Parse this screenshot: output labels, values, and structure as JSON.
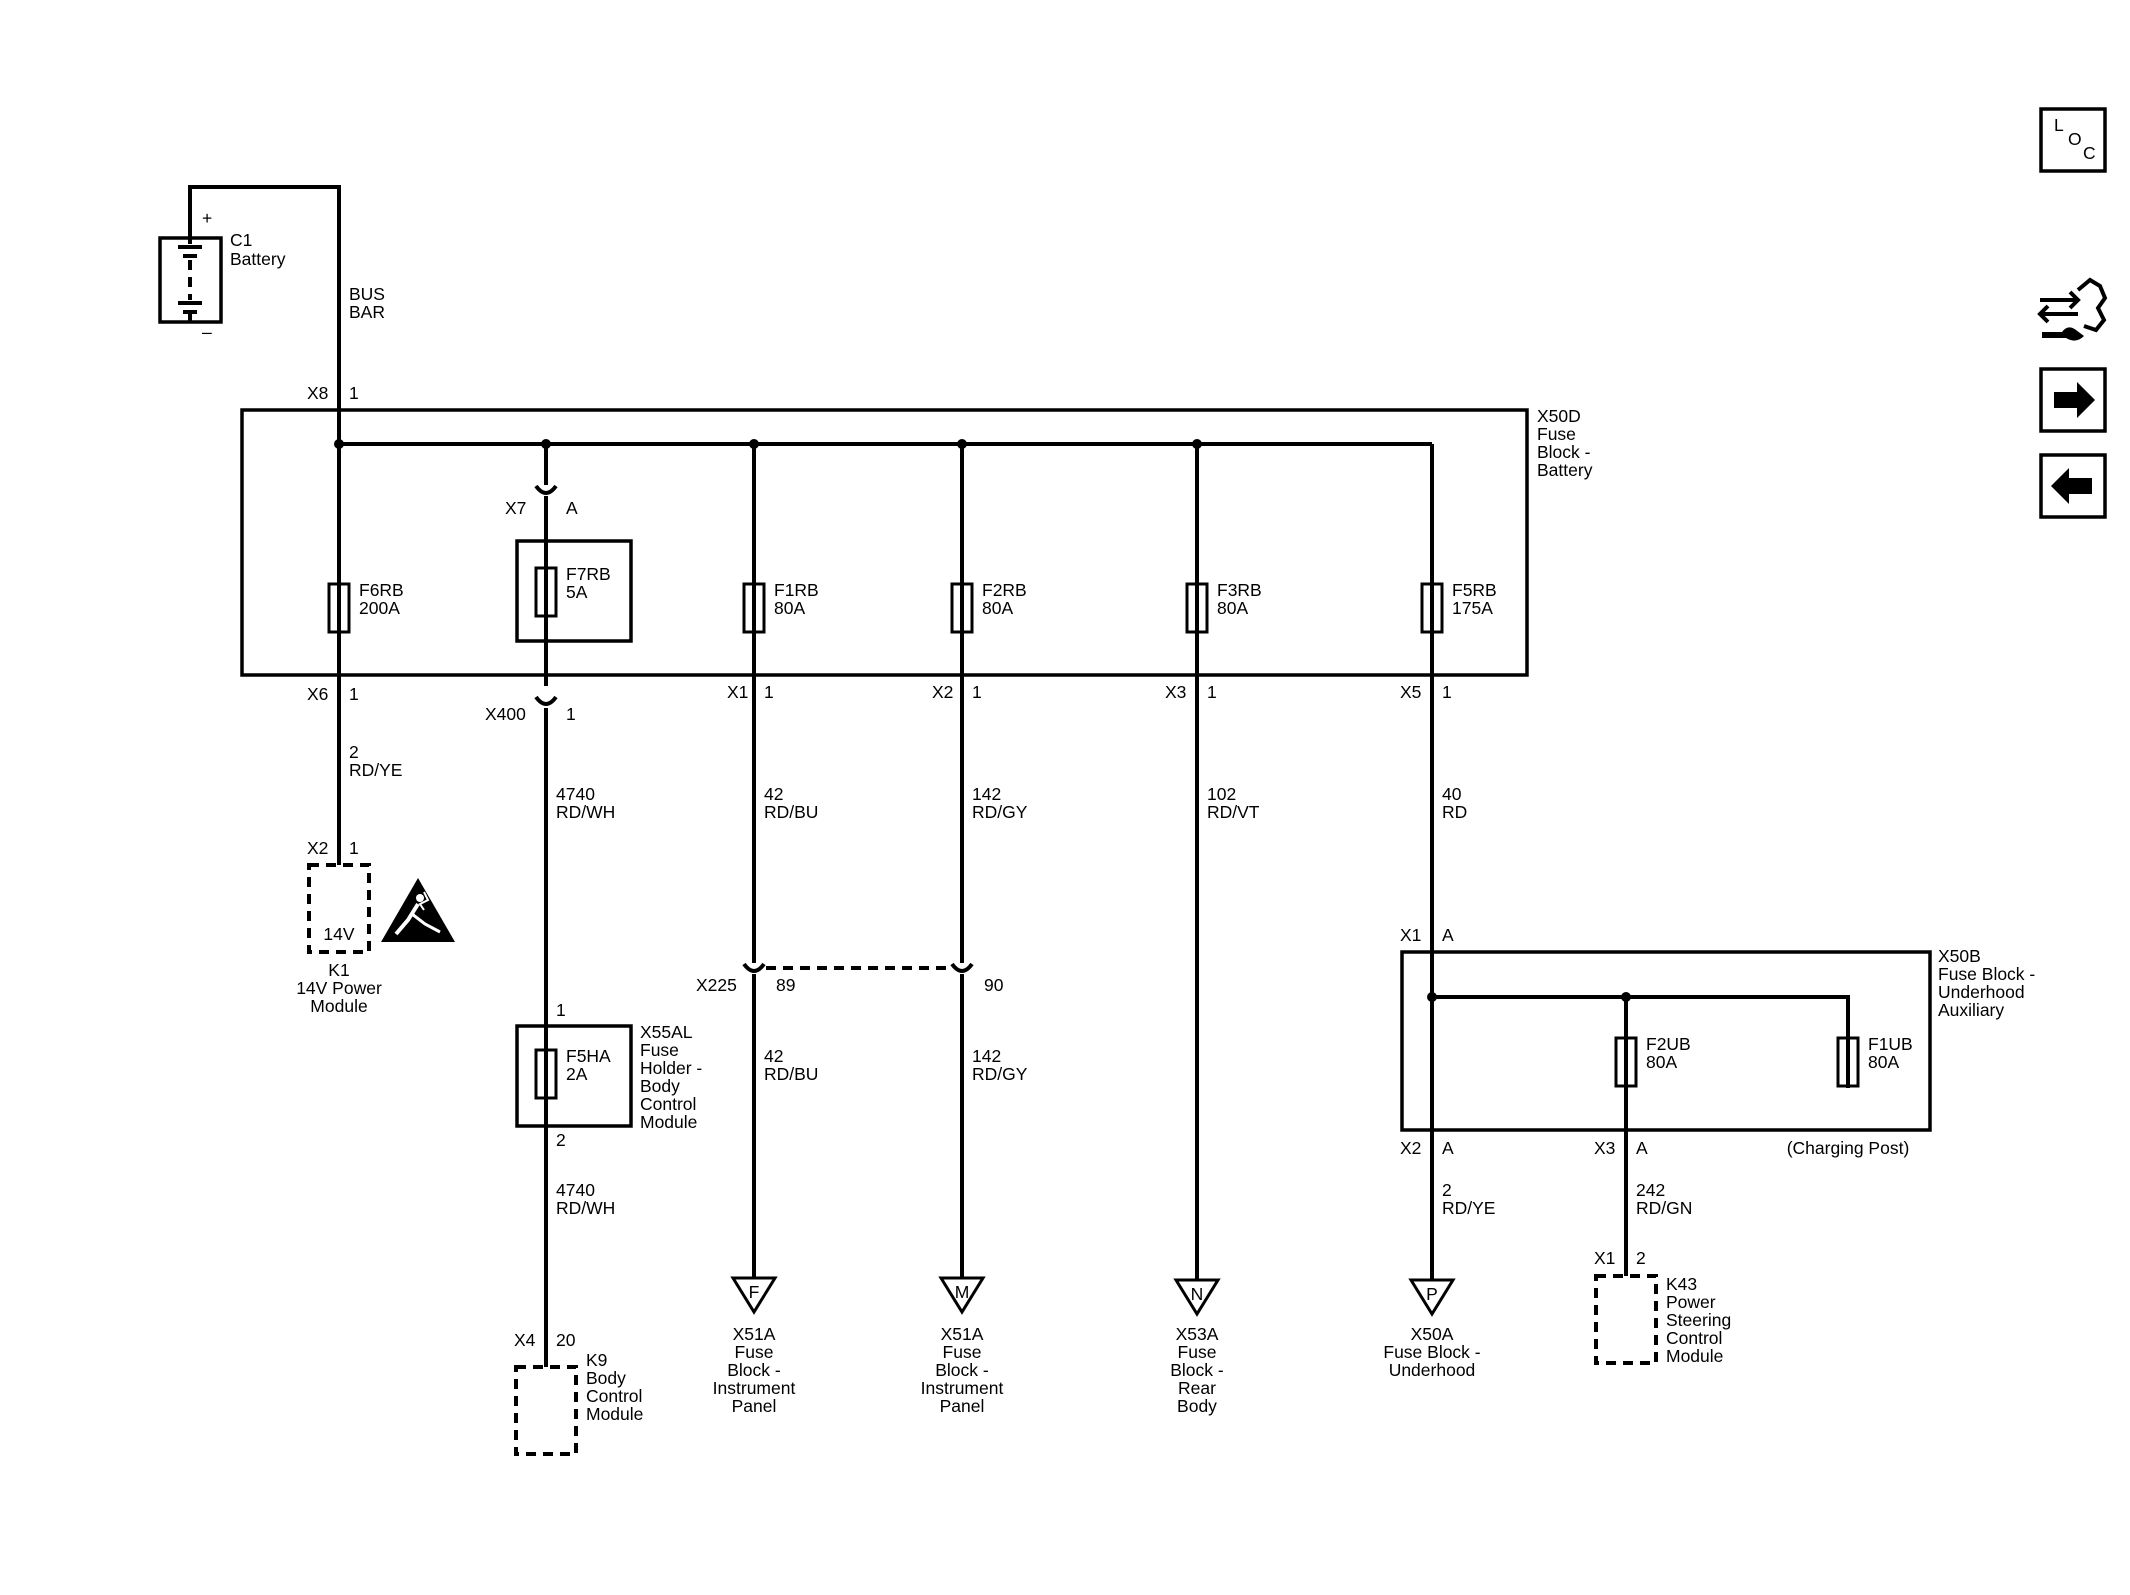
{
  "battery": {
    "id": "C1",
    "name": "Battery",
    "plus": "+",
    "minus": "–"
  },
  "bus_bar": [
    "BUS",
    "BAR"
  ],
  "fuse_block_battery": {
    "title": [
      "X50D",
      "Fuse",
      "Block -",
      "Battery"
    ],
    "input": {
      "conn": "X8",
      "pin": "1"
    },
    "x7": {
      "conn": "X7",
      "pin": "A"
    },
    "fuses": [
      {
        "id": "F6RB",
        "rating": "200A",
        "conn": "X6",
        "pin": "1"
      },
      {
        "id": "F7RB",
        "rating": "5A",
        "conn": "X400",
        "pin": "1"
      },
      {
        "id": "F1RB",
        "rating": "80A",
        "conn": "X1",
        "pin": "1"
      },
      {
        "id": "F2RB",
        "rating": "80A",
        "conn": "X2",
        "pin": "1"
      },
      {
        "id": "F3RB",
        "rating": "80A",
        "conn": "X3",
        "pin": "1"
      },
      {
        "id": "F5RB",
        "rating": "175A",
        "conn": "X5",
        "pin": "1"
      }
    ]
  },
  "wires": {
    "w_f6rb": [
      "2",
      "RD/YE"
    ],
    "w_f7rb": [
      "4740",
      "RD/WH"
    ],
    "w_f1rb": [
      "42",
      "RD/BU"
    ],
    "w_f2rb": [
      "142",
      "RD/GY"
    ],
    "w_f3rb": [
      "102",
      "RD/VT"
    ],
    "w_f5rb": [
      "40",
      "RD"
    ],
    "w_x225_a": [
      "42",
      "RD/BU"
    ],
    "w_x225_b": [
      "142",
      "RD/GY"
    ],
    "w_f5ha": [
      "4740",
      "RD/WH"
    ],
    "w_f2ub": [
      "2",
      "RD/YE"
    ],
    "w_f1ub_k43": [
      "242",
      "RD/GN"
    ]
  },
  "k1": {
    "conn": "X2",
    "pin": "1",
    "inner": "14V",
    "name": [
      "K1",
      "14V Power",
      "Module"
    ]
  },
  "x225": {
    "conn": "X225",
    "pin_a": "89",
    "pin_b": "90"
  },
  "fuse_holder": {
    "pin_in": "1",
    "pin_out": "2",
    "fuse_id": "F5HA",
    "fuse_rating": "2A",
    "title": [
      "X55AL",
      "Fuse",
      "Holder -",
      "Body",
      "Control",
      "Module"
    ]
  },
  "k9": {
    "conn": "X4",
    "pin": "20",
    "name": [
      "K9",
      "Body",
      "Control",
      "Module"
    ]
  },
  "refs": [
    {
      "letter": "F",
      "name": [
        "X51A",
        "Fuse",
        "Block -",
        "Instrument",
        "Panel"
      ]
    },
    {
      "letter": "M",
      "name": [
        "X51A",
        "Fuse",
        "Block -",
        "Instrument",
        "Panel"
      ]
    },
    {
      "letter": "N",
      "name": [
        "X53A",
        "Fuse",
        "Block -",
        "Rear",
        "Body"
      ]
    },
    {
      "letter": "P",
      "name": [
        "X50A",
        "Fuse Block -",
        "Underhood"
      ]
    }
  ],
  "fuse_block_aux": {
    "title": [
      "X50B",
      "Fuse Block -",
      "Underhood",
      "Auxiliary"
    ],
    "input": {
      "conn": "X1",
      "pin": "A"
    },
    "fuses": [
      {
        "id": "F2UB",
        "rating": "80A"
      },
      {
        "id": "F1UB",
        "rating": "80A"
      }
    ],
    "out_x2": {
      "conn": "X2",
      "pin": "A"
    },
    "out_x3": {
      "conn": "X3",
      "pin": "A"
    },
    "charging_post": "(Charging Post)"
  },
  "k43": {
    "conn": "X1",
    "pin": "2",
    "name": [
      "K43",
      "Power",
      "Steering",
      "Control",
      "Module"
    ]
  },
  "nav": {
    "loc_letters": [
      "L",
      "O",
      "C"
    ]
  }
}
